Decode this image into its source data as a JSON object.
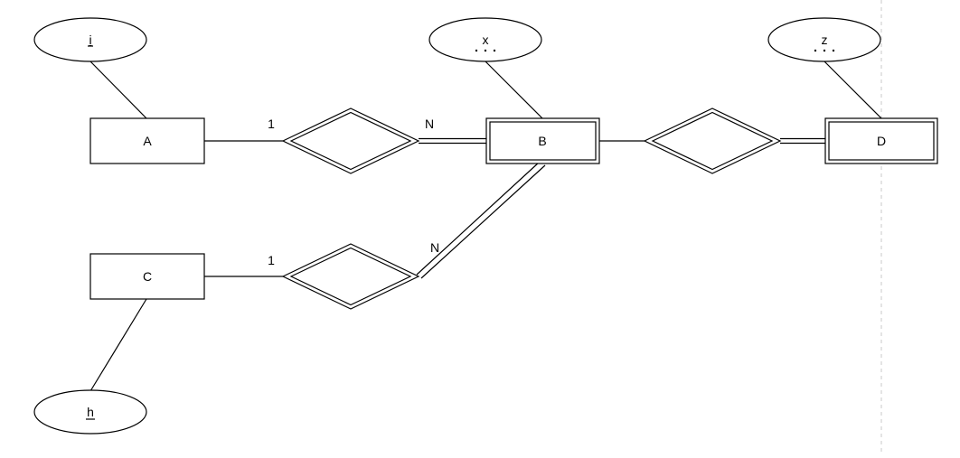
{
  "diagram": {
    "entities": [
      {
        "id": "A",
        "label": "A",
        "weak": false
      },
      {
        "id": "B",
        "label": "B",
        "weak": true
      },
      {
        "id": "C",
        "label": "C",
        "weak": false
      },
      {
        "id": "D",
        "label": "D",
        "weak": true
      }
    ],
    "attributes": [
      {
        "id": "i",
        "label": "i",
        "key": "primary",
        "owner": "A"
      },
      {
        "id": "x",
        "label": "x",
        "key": "partial",
        "owner": "B"
      },
      {
        "id": "z",
        "label": "z",
        "key": "partial",
        "owner": "D"
      },
      {
        "id": "h",
        "label": "h",
        "key": "primary",
        "owner": "C"
      }
    ],
    "relationships": [
      {
        "id": "r1",
        "label": "",
        "identifying": true,
        "left": "A",
        "right": "B",
        "left_card": "1",
        "right_card": "N"
      },
      {
        "id": "r2",
        "label": "",
        "identifying": true,
        "left": "B",
        "right": "D",
        "left_card": "",
        "right_card": ""
      },
      {
        "id": "r3",
        "label": "",
        "identifying": true,
        "left": "C",
        "right": "B",
        "left_card": "1",
        "right_card": "N"
      }
    ]
  }
}
